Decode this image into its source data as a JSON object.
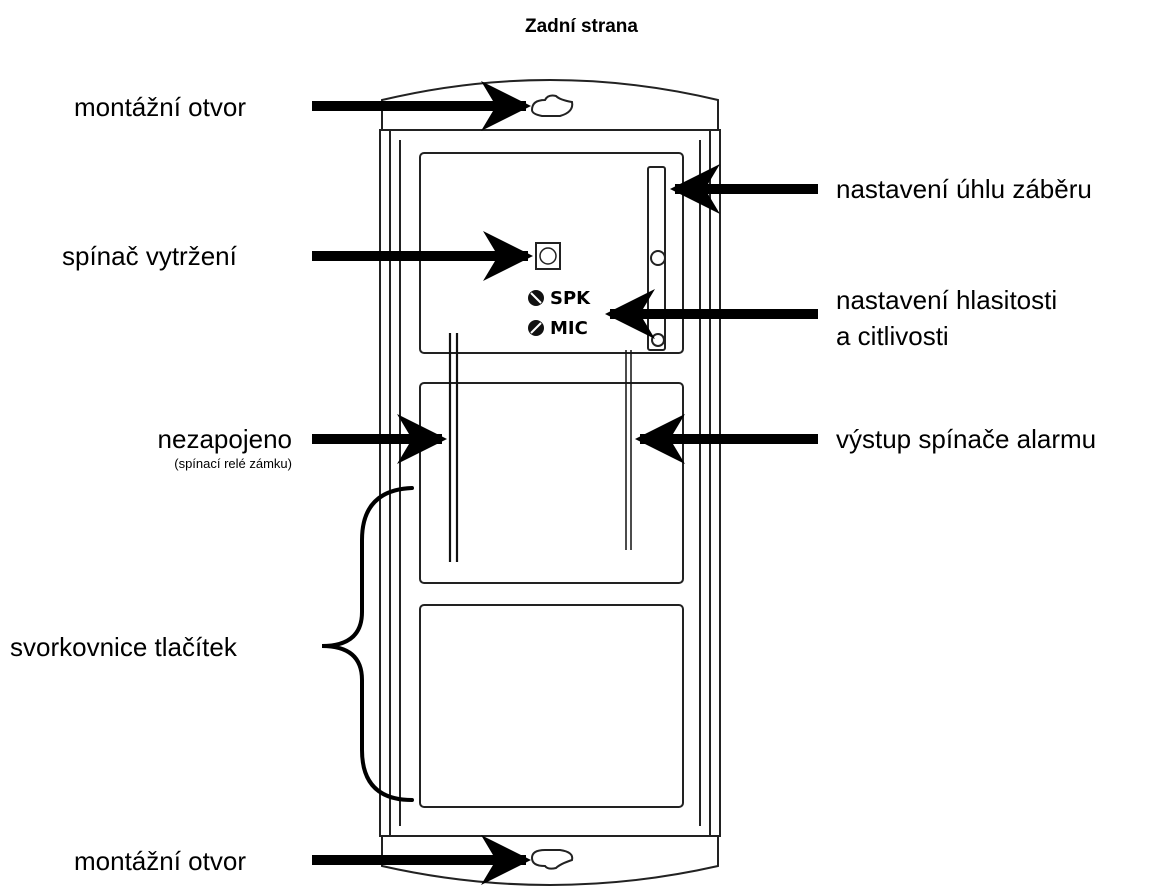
{
  "title": "Zadní strana",
  "labels": {
    "mount_top": "montážní otvor",
    "tamper": "spínač vytržení",
    "angle": "nastavení úhlu záběru",
    "volume_line1": "nastavení hlasitosti",
    "volume_line2": "a citlivosti",
    "nc": "nezapojeno",
    "nc_sub": "(spínací relé zámku)",
    "alarm": "výstup spínače alarmu",
    "terminals": "svorkovnice tlačítek",
    "mount_bottom": "montážní otvor"
  },
  "pcb": {
    "spk": "SPK",
    "mic": "MIC"
  }
}
